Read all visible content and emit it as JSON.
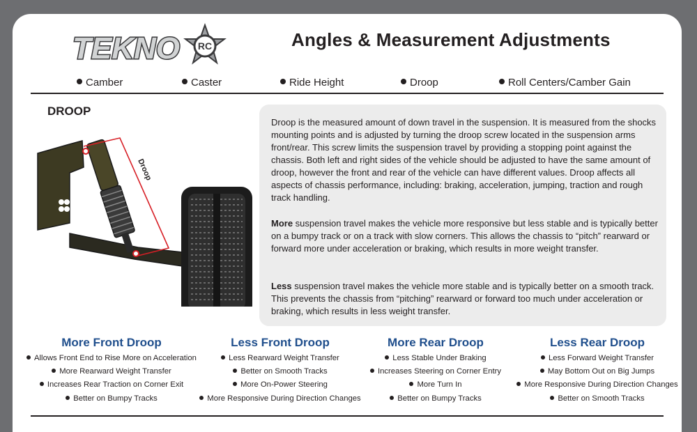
{
  "logo": {
    "text": "TEKNO",
    "badge": "RC"
  },
  "page_title": "Angles & Measurement Adjustments",
  "topics": [
    "Camber",
    "Caster",
    "Ride Height",
    "Droop",
    "Roll Centers/Camber Gain"
  ],
  "section": {
    "title": "DROOP",
    "diagram_label": "Droop",
    "paragraphs": [
      {
        "bold": "",
        "text": "Droop is the measured amount of down travel in the suspension. It is measured from the shocks mounting points and is adjusted by turning the droop screw located in the suspension arms front/rear. This screw limits the suspension travel by providing a stopping point against the chassis. Both left and right sides of the vehicle should be adjusted to have the same amount of droop, however the front and rear of the vehicle can have different values. Droop affects all aspects of chassis performance, including: braking, acceleration, jumping, traction and rough track handling."
      },
      {
        "bold": "More",
        "text": " suspension travel makes the vehicle more responsive but less stable and is typically better on a bumpy track or on a track with slow corners. This allows the chassis to “pitch” rearward or forward more under acceleration or braking, which results in more weight transfer."
      },
      {
        "bold": "Less",
        "text": " suspension travel makes the vehicle more stable and is typically better on a smooth track. This prevents the chassis from “pitching” rearward or forward too much under acceleration or braking, which results in less weight transfer."
      }
    ]
  },
  "effects": [
    {
      "title": "More Front Droop",
      "items": [
        "Allows Front End to Rise More on Acceleration",
        "More Rearward Weight Transfer",
        "Increases Rear Traction on Corner Exit",
        "Better on Bumpy Tracks"
      ]
    },
    {
      "title": "Less Front Droop",
      "items": [
        "Less Rearward Weight Transfer",
        "Better on Smooth Tracks",
        "More On-Power Steering",
        "More Responsive During Direction Changes"
      ]
    },
    {
      "title": "More Rear Droop",
      "items": [
        "Less Stable Under Braking",
        "Increases Steering on Corner Entry",
        "More Turn In",
        "Better on Bumpy Tracks"
      ]
    },
    {
      "title": "Less Rear Droop",
      "items": [
        "Less Forward Weight Transfer",
        "May Bottom Out on Big Jumps",
        "More Responsive During Direction Changes",
        "Better on Smooth Tracks"
      ]
    }
  ],
  "colors": {
    "heading_blue": "#1f4e8c",
    "frame_gray": "#6d6e71",
    "box_gray": "#ececec",
    "droop_line": "#d71f26"
  }
}
